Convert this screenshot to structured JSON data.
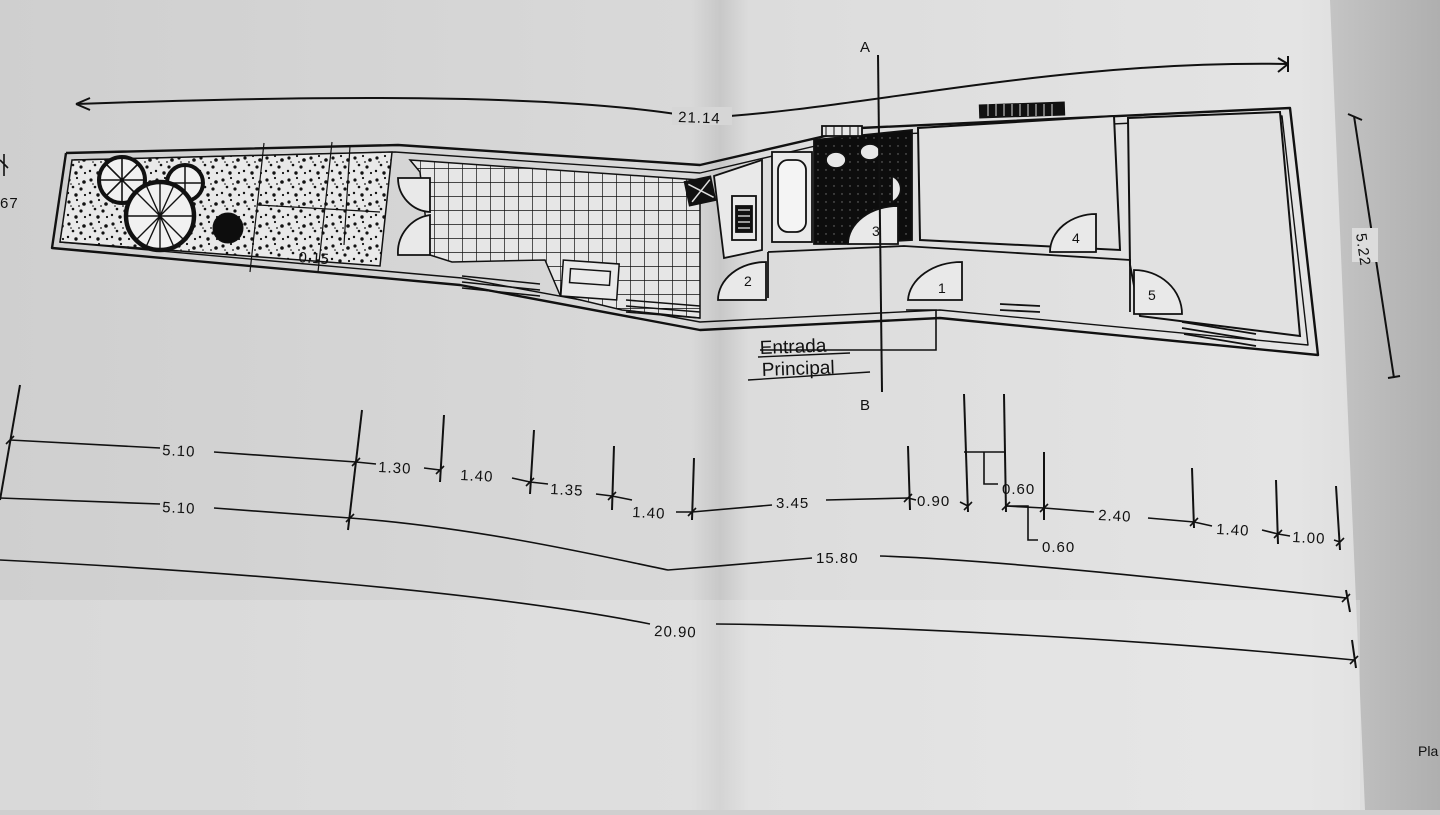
{
  "plan": {
    "overall_top": "21.14",
    "side_height": "5.22",
    "left_cut": "67",
    "section_a": "A",
    "section_b": "B",
    "entrance_line1": "Entrada",
    "entrance_line2": "Principal",
    "corner_text": "Pla",
    "garden_mark": "0.15"
  },
  "doors": [
    "1",
    "2",
    "3",
    "4",
    "5"
  ],
  "dimensions": {
    "row1": [
      "5.10",
      "1.30",
      "1.40",
      "1.35",
      "1.40",
      "3.45",
      "0.90",
      "0.60",
      "2.40",
      "1.40",
      "1.00"
    ],
    "row1_sub": "0.60",
    "row2": "5.10",
    "row3": "15.80",
    "row4": "20.90"
  },
  "colors": {
    "paper_left": "#d4d4d4",
    "paper_right": "#dedede",
    "ink": "#111111",
    "fold_shadow": "#9a9a9a"
  }
}
